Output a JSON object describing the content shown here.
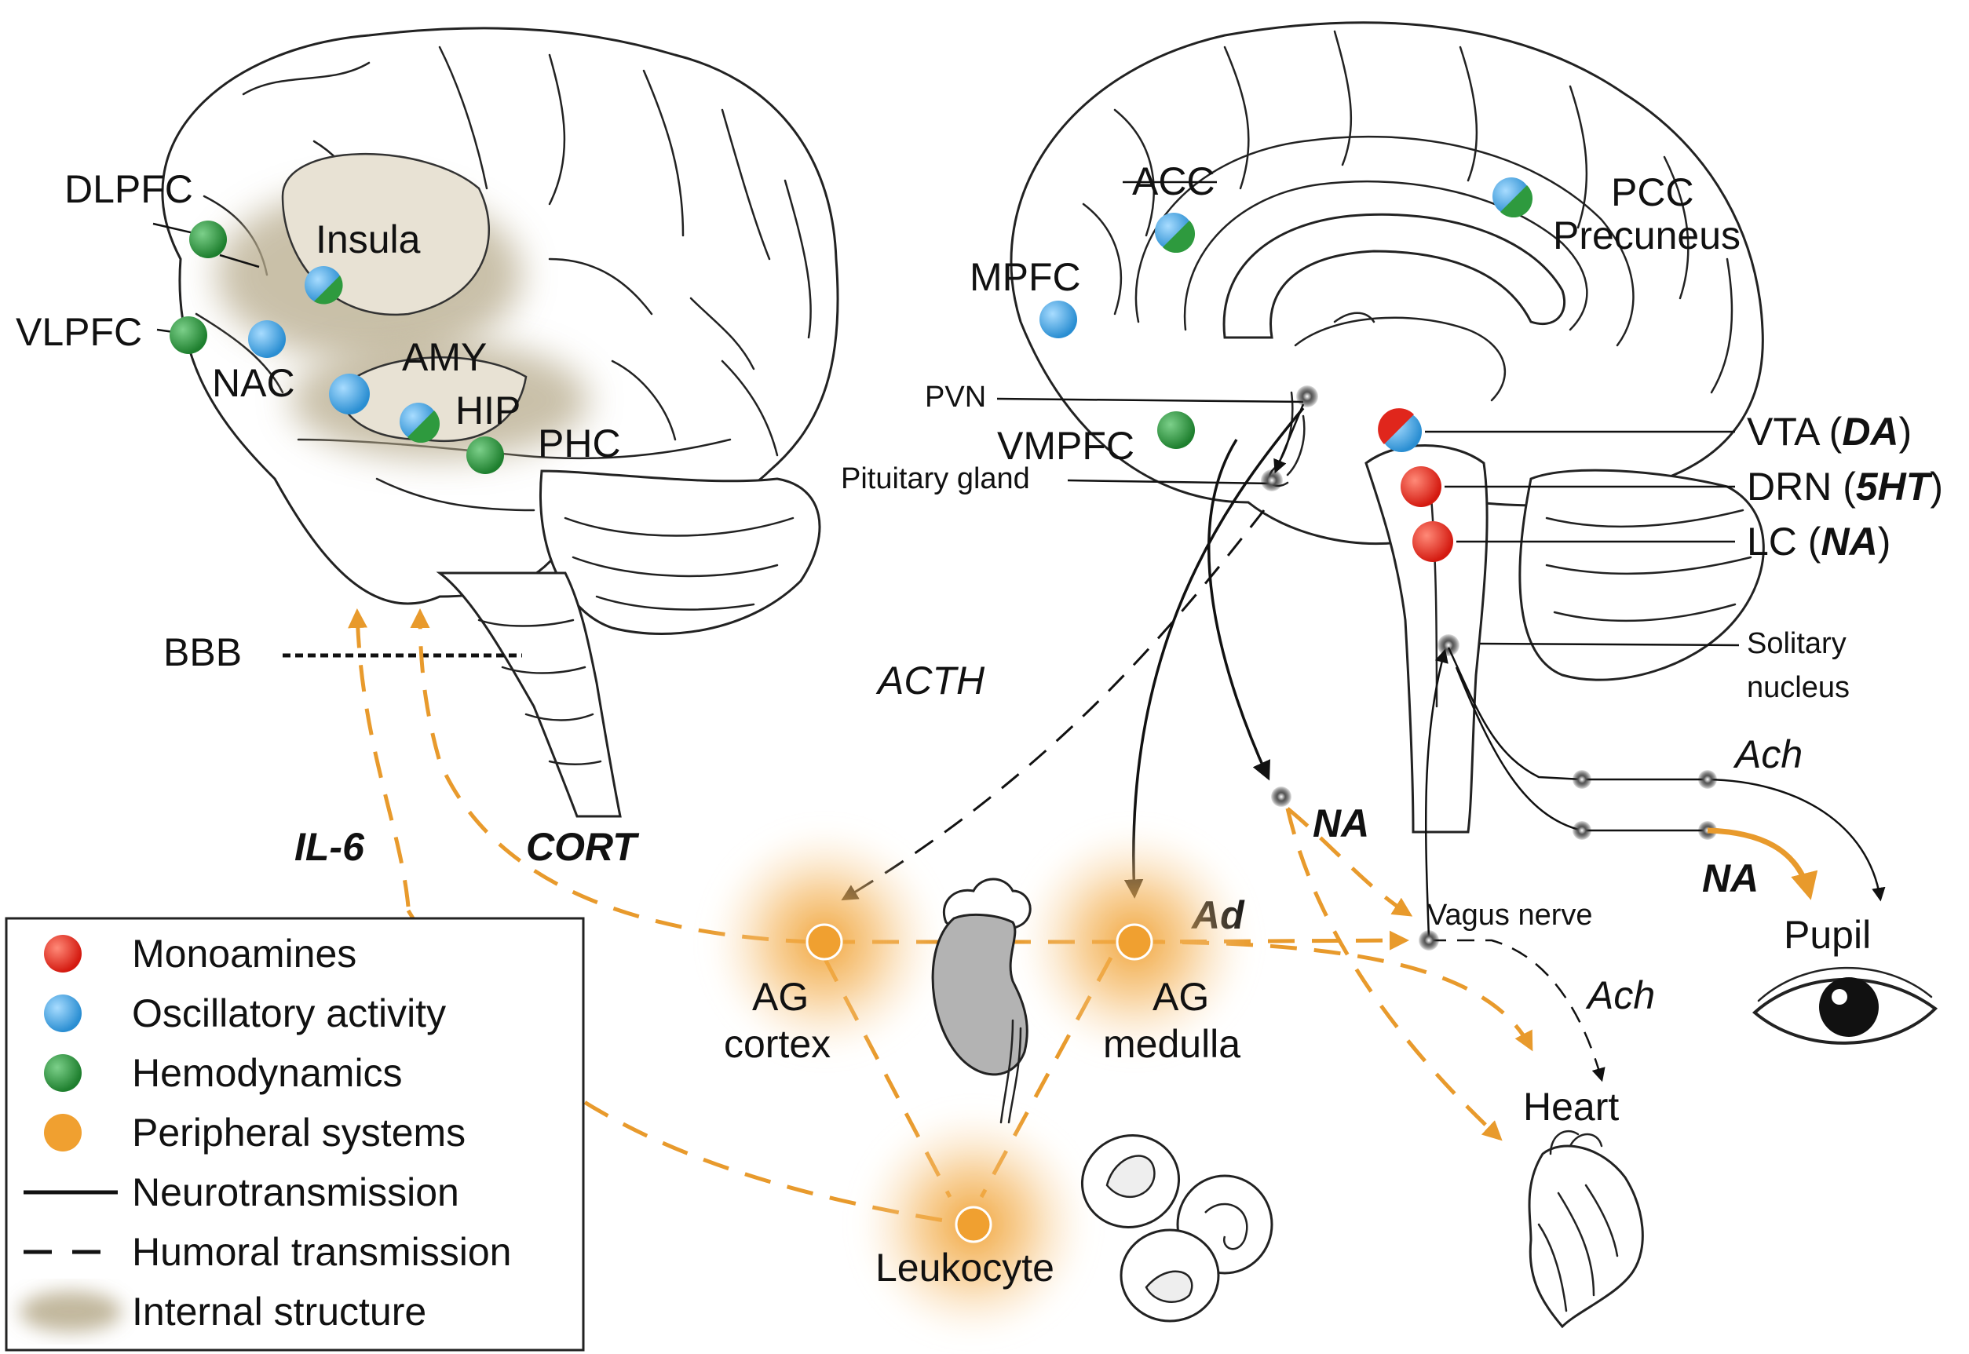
{
  "colors": {
    "monoamine": "#e0261c",
    "oscillatory": "#3aa0e0",
    "hemodynamic": "#2e9a3e",
    "peripheral": "#f0a030",
    "internal": "#b7ab8c"
  },
  "regions_left": {
    "dlpfc": "DLPFC",
    "vlpfc": "VLPFC",
    "insula": "Insula",
    "nac": "NAC",
    "amy": "AMY",
    "hip": "HIP",
    "phc": "PHC"
  },
  "regions_right": {
    "acc": "ACC",
    "mpfc": "MPFC",
    "vmpfc": "VMPFC",
    "pcc": "PCC",
    "precuneus": "Precuneus",
    "pvn": "PVN",
    "pituitary": "Pituitary gland",
    "solitary_1": "Solitary",
    "solitary_2": "nucleus"
  },
  "nuclei": {
    "vta": "VTA (",
    "vta_t": "DA",
    "drn": "DRN (",
    "drn_t": "5HT",
    "lc": "LC (",
    "lc_t": "NA",
    "close": ")"
  },
  "bbb": "BBB",
  "signals": {
    "acth": "ACTH",
    "il6": "IL-6",
    "cort": "CORT",
    "na_1": "NA",
    "ad": "Ad",
    "na_2": "NA",
    "ach_1": "Ach",
    "ach_2": "Ach",
    "vagus": "Vagus nerve"
  },
  "peripheral": {
    "ag_cortex_1": "AG",
    "ag_cortex_2": "cortex",
    "ag_medulla_1": "AG",
    "ag_medulla_2": "medulla",
    "leukocyte": "Leukocyte",
    "heart": "Heart",
    "pupil": "Pupil"
  },
  "legend": {
    "items": [
      {
        "label": "Monoamines",
        "kind": "dot",
        "color": "#e0261c"
      },
      {
        "label": "Oscillatory activity",
        "kind": "dot",
        "color": "#3aa0e0"
      },
      {
        "label": "Hemodynamics",
        "kind": "dot",
        "color": "#2e9a3e"
      },
      {
        "label": "Peripheral systems",
        "kind": "dot",
        "color": "#f0a030"
      },
      {
        "label": "Neurotransmission",
        "kind": "solid"
      },
      {
        "label": "Humoral transmission",
        "kind": "dashed"
      },
      {
        "label": "Internal structure",
        "kind": "blob",
        "color": "#b7ab8c"
      }
    ]
  }
}
